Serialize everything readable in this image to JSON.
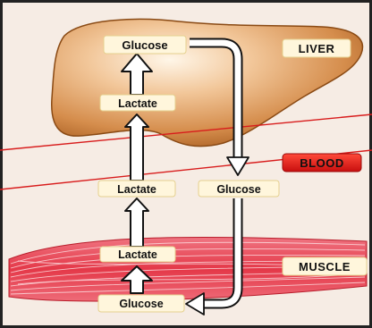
{
  "labels": {
    "glucose_liver": "Glucose",
    "lactate_liver": "Lactate",
    "lactate_blood": "Lactate",
    "glucose_blood": "Glucose",
    "lactate_muscle": "Lactate",
    "glucose_muscle": "Glucose"
  },
  "tags": {
    "liver": "LIVER",
    "blood": "BLOOD",
    "muscle": "MUSCLE"
  },
  "colors": {
    "liver": "#cf8a4e",
    "blood_tag": "#e01818",
    "blood_vessel": "#d81c1c",
    "muscle": "#e63a4a",
    "arrow": "#ffffff",
    "arrow_outline": "#111111",
    "label_box": "#fff6dc",
    "background": "#f6ece4"
  }
}
